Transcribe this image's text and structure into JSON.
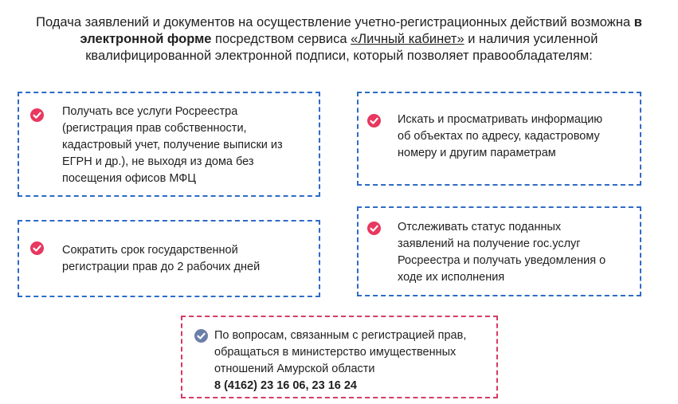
{
  "intro": {
    "part1": "Подача заявлений и документов на осуществление учетно-регистрационных действий возможна ",
    "bold": "в электронной форме",
    "part2": " посредством сервиса ",
    "link": "«Личный кабинет»",
    "part3": " и наличия усиленной квалифицированной электронной подписи, который позволяет правообладателям:"
  },
  "cards": [
    {
      "line1": "Получать все услуги Росреестра",
      "line2": "(регистрация прав собственности,",
      "line3": "кадастровый учет, получение выписки из",
      "line4": "ЕГРН и др.), не выходя из дома без",
      "line5": "посещения офисов МФЦ"
    },
    {
      "line1": "Искать и просматривать информацию",
      "line2": "об объектах по адресу, кадастровому",
      "line3": "номеру и другим параметрам"
    },
    {
      "line1": "Сократить срок государственной",
      "line2": "регистрации прав до 2 рабочих дней"
    },
    {
      "line1": "Отслеживать статус поданных",
      "line2": "заявлений на получение гос.услуг",
      "line3": "Росреестра и получать уведомления о",
      "line4": "ходе их исполнения"
    }
  ],
  "contact": {
    "line1": "По вопросам, связанным с регистрацией прав,",
    "line2": "обращаться в министерство имущественных",
    "line3": "отношений Амурской области",
    "phone": "8 (4162) 23 16 06, 23 16 24"
  },
  "colors": {
    "card_border": "#2e6bc6",
    "check": "#e8385f",
    "contact_border": "#d83a63",
    "contact_check": "#6c7fa8"
  }
}
